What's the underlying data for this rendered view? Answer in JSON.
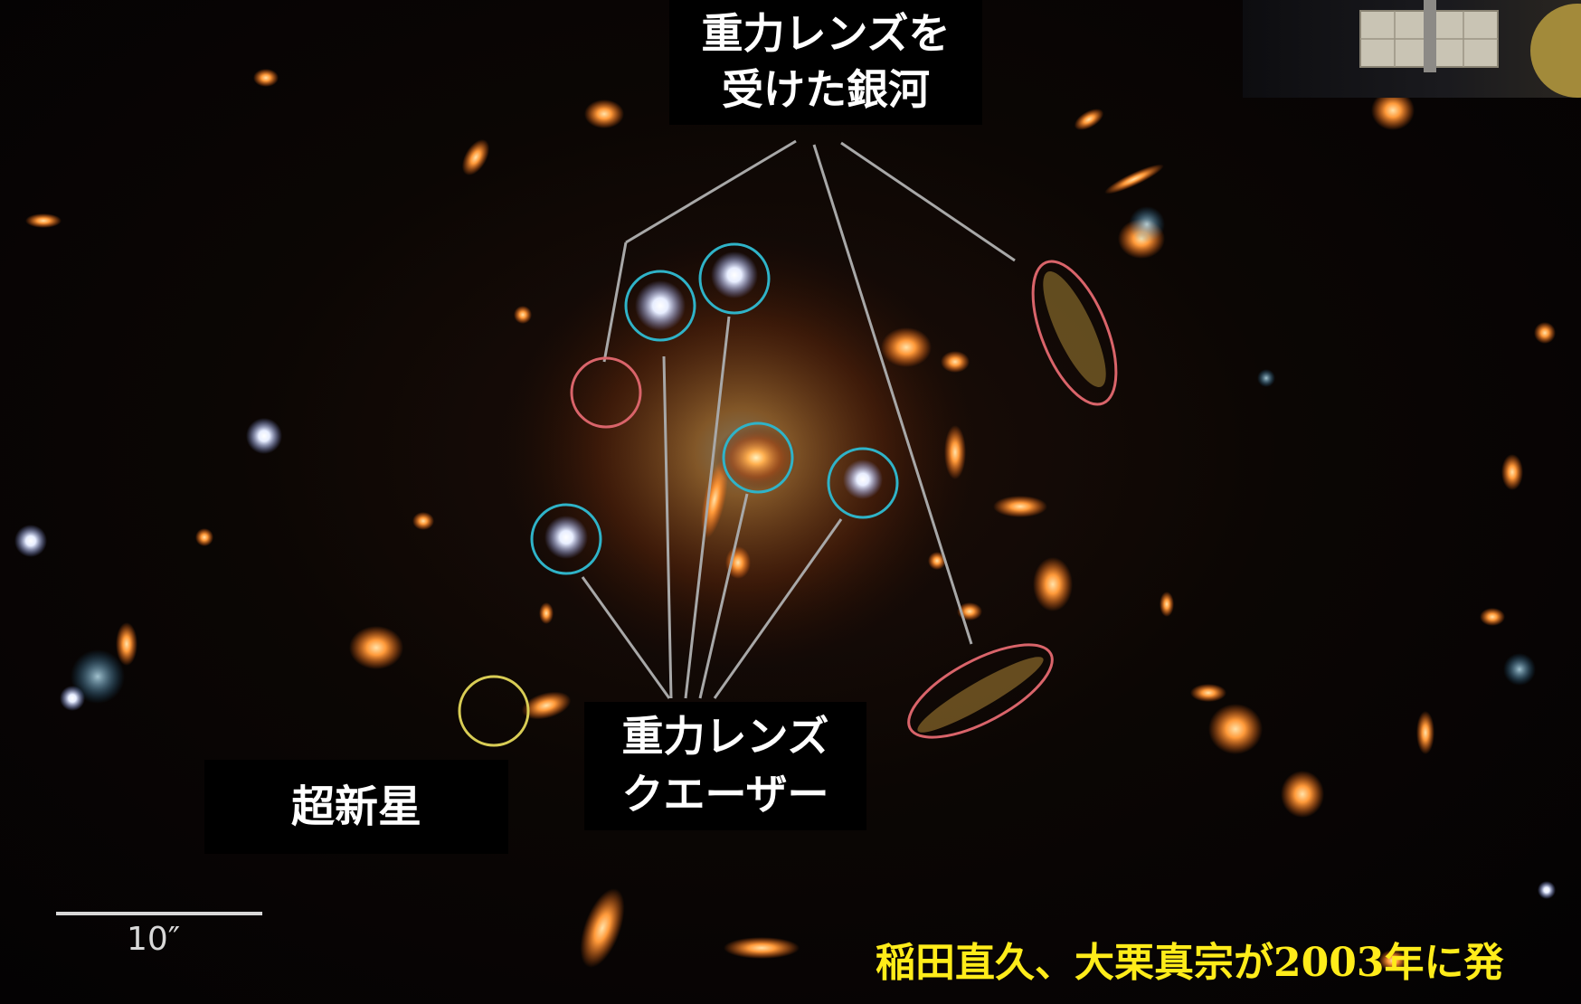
{
  "labels": {
    "lensed_galaxy_line1": "重力レンズを",
    "lensed_galaxy_line2": "受けた銀河",
    "supernova": "超新星",
    "lensed_quasar_line1": "重力レンズ",
    "lensed_quasar_line2": "クエーザー"
  },
  "scale_bar_label": "10″",
  "credit": "稲田直久、大栗真宗が2003年に発",
  "colors": {
    "quasar_circle": "#2fb3c8",
    "galaxy_ellipse": "#d9646a",
    "supernova_circle": "#d8cc55",
    "leader_line": "#a8a8a8",
    "credit_text": "#ffec1a"
  },
  "icons": [
    "space-telescope-icon"
  ]
}
